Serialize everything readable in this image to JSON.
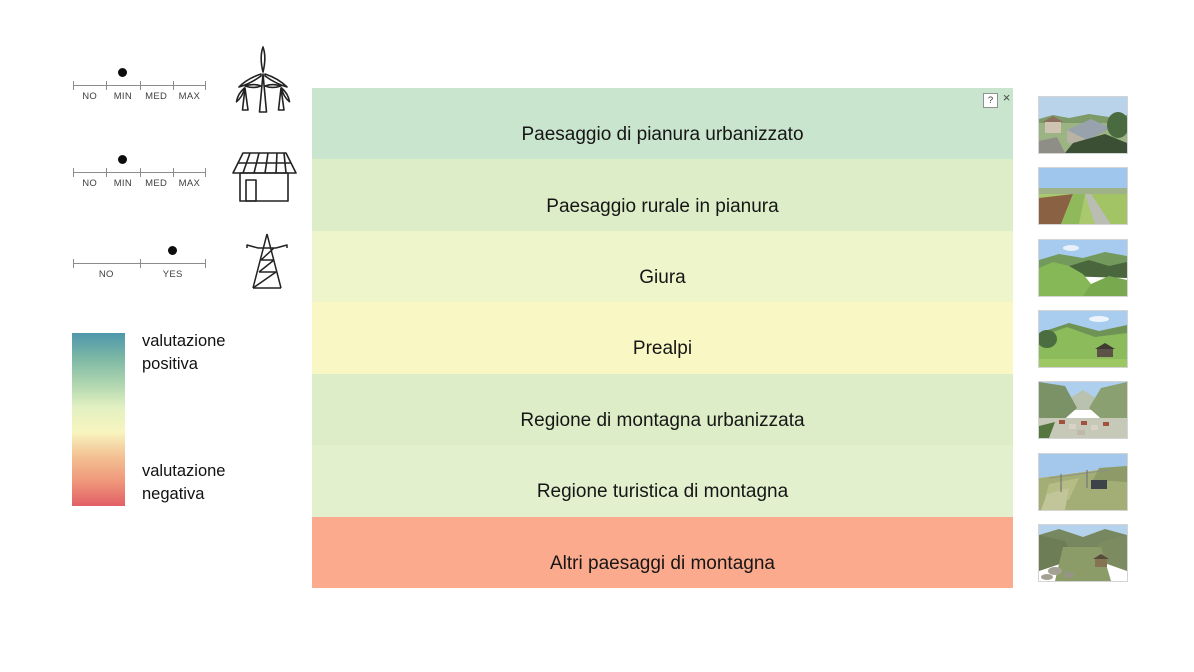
{
  "sliders": [
    {
      "name": "wind-energy",
      "icon": "wind-turbines",
      "options": [
        "NO",
        "MIN",
        "MED",
        "MAX"
      ],
      "selected": "MIN"
    },
    {
      "name": "solar-energy",
      "icon": "solar-panel-house",
      "options": [
        "NO",
        "MIN",
        "MED",
        "MAX"
      ],
      "selected": "MIN"
    },
    {
      "name": "power-lines",
      "icon": "electricity-pylon",
      "options": [
        "NO",
        "YES"
      ],
      "selected": "YES"
    }
  ],
  "legend": {
    "positive_label": "valutazione positiva",
    "negative_label": "valutazione negativa",
    "gradient_colors": [
      "#4e96ac",
      "#7cb7a5",
      "#abd4ae",
      "#e2f0c1",
      "#f7f5c0",
      "#f3c193",
      "#ef977b",
      "#e25f66"
    ]
  },
  "panel": {
    "help_button_label": "?",
    "close_button_label": "×",
    "bands": [
      {
        "label": "Paesaggio di pianura urbanizzato",
        "color": "#c9e5cd"
      },
      {
        "label": "Paesaggio rurale in pianura",
        "color": "#dcedc8"
      },
      {
        "label": "Giura",
        "color": "#eef5ca"
      },
      {
        "label": "Prealpi",
        "color": "#f9f8c4"
      },
      {
        "label": "Regione di montagna urbanizzata",
        "color": "#ddedc8"
      },
      {
        "label": "Regione turistica di montagna",
        "color": "#e3f0ce"
      },
      {
        "label": "Altri paesaggi di montagna",
        "color": "#fbaa8d"
      }
    ]
  },
  "thumbnails": [
    {
      "name": "paesaggio-di-pianura-urbanizzato"
    },
    {
      "name": "paesaggio-rurale-in-pianura"
    },
    {
      "name": "giura"
    },
    {
      "name": "prealpi"
    },
    {
      "name": "regione-di-montagna-urbanizzata"
    },
    {
      "name": "regione-turistica-di-montagna"
    },
    {
      "name": "altri-paesaggi-di-montagna"
    }
  ]
}
